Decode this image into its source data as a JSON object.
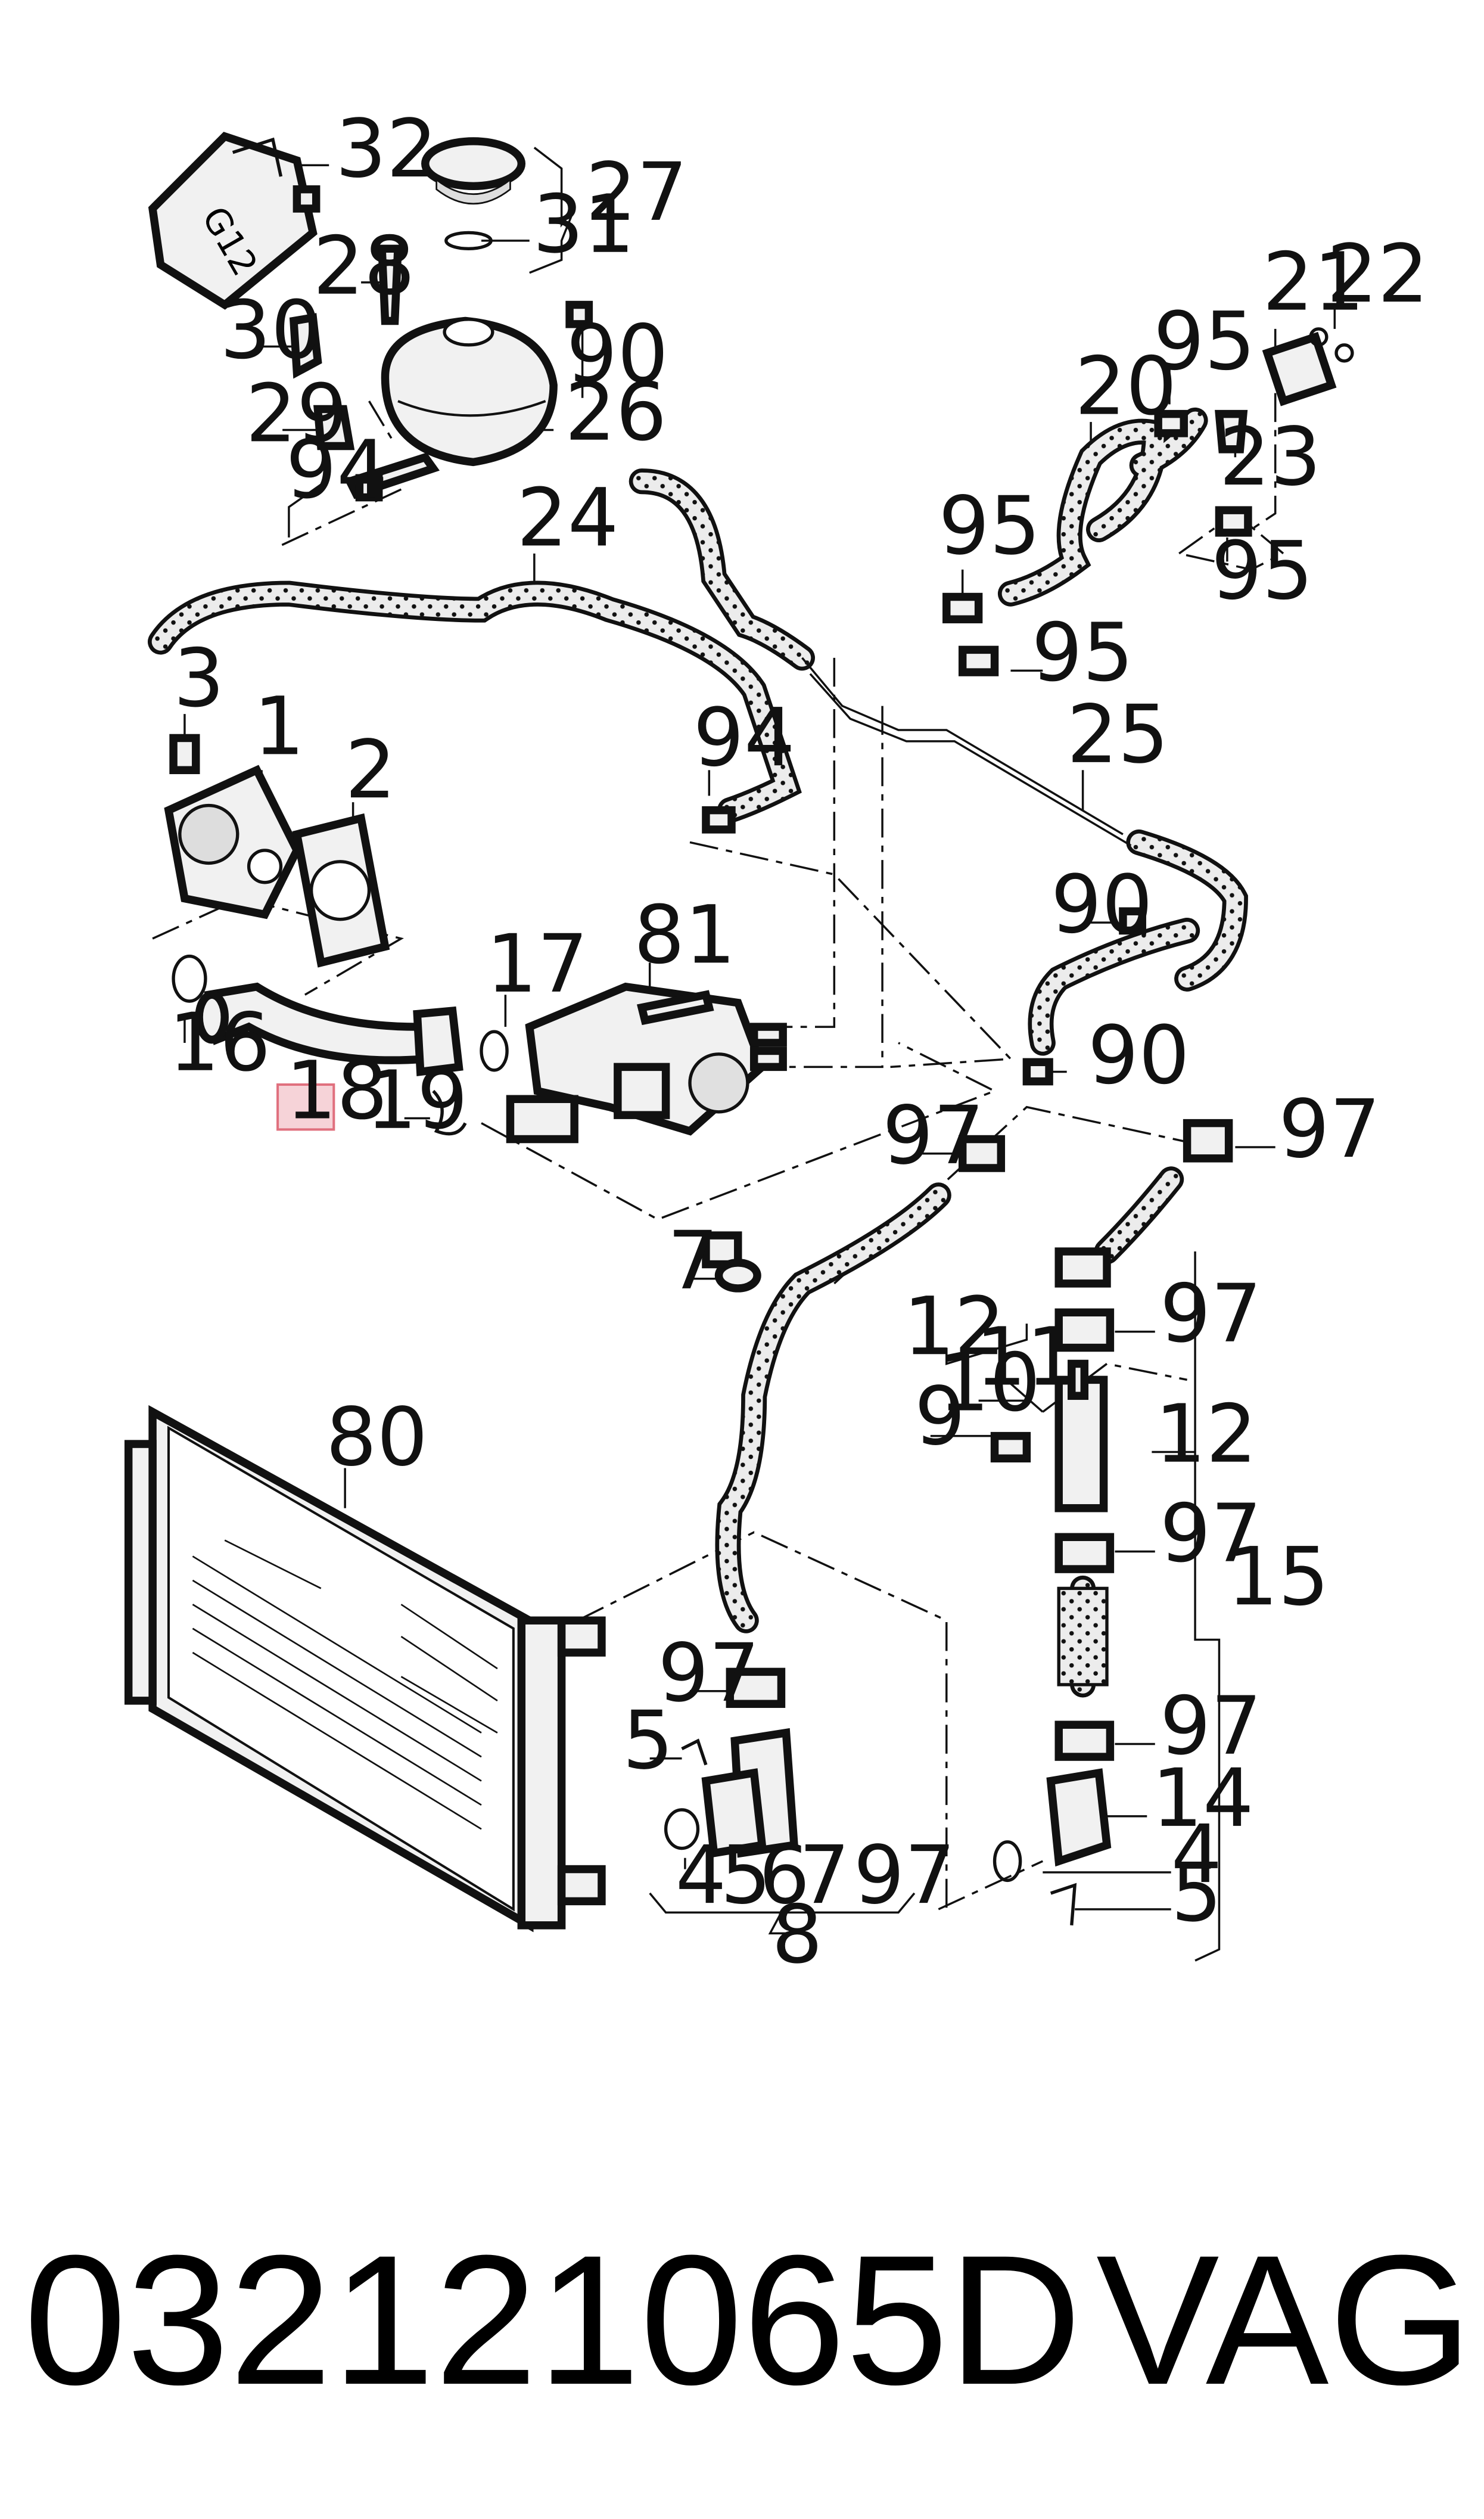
{
  "diagram": {
    "callouts": [
      {
        "id": "c32",
        "label": "32"
      },
      {
        "id": "c27",
        "label": "27"
      },
      {
        "id": "c31",
        "label": "31"
      },
      {
        "id": "c28",
        "label": "28"
      },
      {
        "id": "c30",
        "label": "30"
      },
      {
        "id": "c90a",
        "label": "90"
      },
      {
        "id": "c26",
        "label": "26"
      },
      {
        "id": "c29",
        "label": "29"
      },
      {
        "id": "c94a",
        "label": "94"
      },
      {
        "id": "c24",
        "label": "24"
      },
      {
        "id": "c21",
        "label": "21"
      },
      {
        "id": "c22",
        "label": "22"
      },
      {
        "id": "c95a",
        "label": "95"
      },
      {
        "id": "c20",
        "label": "20"
      },
      {
        "id": "c23",
        "label": "23"
      },
      {
        "id": "c95b",
        "label": "95"
      },
      {
        "id": "c95c",
        "label": "95"
      },
      {
        "id": "c95d",
        "label": "95"
      },
      {
        "id": "c3",
        "label": "3"
      },
      {
        "id": "c1",
        "label": "1"
      },
      {
        "id": "c2",
        "label": "2"
      },
      {
        "id": "c94b",
        "label": "94"
      },
      {
        "id": "c25",
        "label": "25"
      },
      {
        "id": "c90b",
        "label": "90"
      },
      {
        "id": "c16",
        "label": "16"
      },
      {
        "id": "c17",
        "label": "17"
      },
      {
        "id": "c81",
        "label": "81"
      },
      {
        "id": "c90c",
        "label": "90"
      },
      {
        "id": "c19",
        "label": "19"
      },
      {
        "id": "c97a",
        "label": "97"
      },
      {
        "id": "c97b",
        "label": "97"
      },
      {
        "id": "c7a",
        "label": "7"
      },
      {
        "id": "c97c",
        "label": "97"
      },
      {
        "id": "c12a",
        "label": "12"
      },
      {
        "id": "c11",
        "label": "11"
      },
      {
        "id": "c10",
        "label": "10"
      },
      {
        "id": "c9",
        "label": "9"
      },
      {
        "id": "c12b",
        "label": "12"
      },
      {
        "id": "c80",
        "label": "80"
      },
      {
        "id": "c97d",
        "label": "97"
      },
      {
        "id": "c15",
        "label": "15"
      },
      {
        "id": "c97e",
        "label": "97"
      },
      {
        "id": "c97f",
        "label": "97"
      },
      {
        "id": "c5a",
        "label": "5"
      },
      {
        "id": "c14",
        "label": "14"
      },
      {
        "id": "c4a",
        "label": "4"
      },
      {
        "id": "c5b",
        "label": "5"
      },
      {
        "id": "c4b",
        "label": "4"
      },
      {
        "id": "c5c",
        "label": "5"
      },
      {
        "id": "c6",
        "label": "6"
      },
      {
        "id": "c7b",
        "label": "7"
      },
      {
        "id": "c97g",
        "label": "97"
      },
      {
        "id": "c8",
        "label": "8"
      }
    ],
    "highlight": {
      "label": "18",
      "color": "#f6d3d8",
      "border": "#e0707e"
    },
    "reservoir_stamp": "G12"
  },
  "footer": {
    "part_number": "032121065D",
    "brand": "VAG"
  }
}
